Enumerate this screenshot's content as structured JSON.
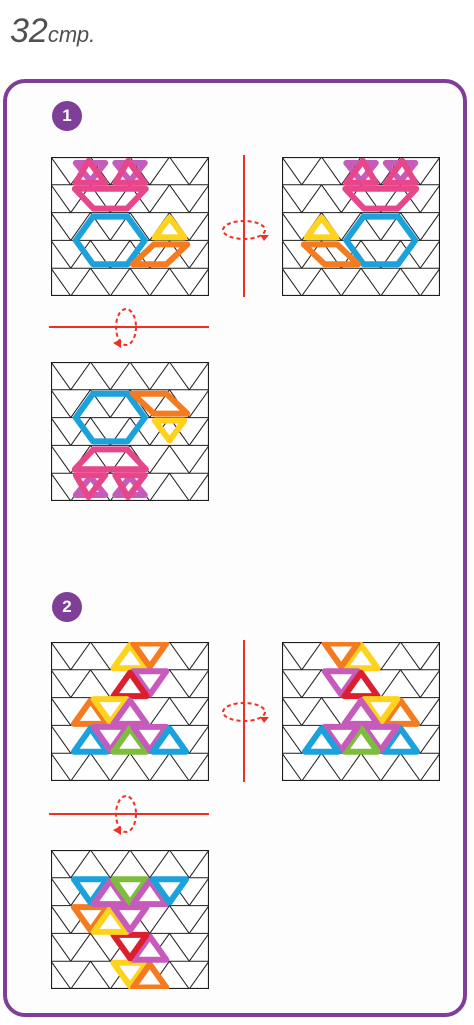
{
  "page": {
    "number": "32",
    "unit": "стр."
  },
  "colors": {
    "frame": "#7f3f98",
    "badge": "#7f3f98",
    "grid_line": "#1e1e1e",
    "mirror_line": "#ee3124",
    "rotation_arrow": "#ee3124",
    "pink": "#e8468a",
    "purple": "#c75bbb",
    "blue": "#1ba1dc",
    "yellow": "#ffd21e",
    "orange": "#f47b20",
    "red": "#dc1f2f",
    "green": "#7cbd3c"
  },
  "puzzles": [
    {
      "number": "1"
    },
    {
      "number": "2"
    }
  ],
  "icons": [
    "vertical-mirror-axis",
    "horizontal-mirror-axis",
    "rotation-arrow-icon"
  ]
}
